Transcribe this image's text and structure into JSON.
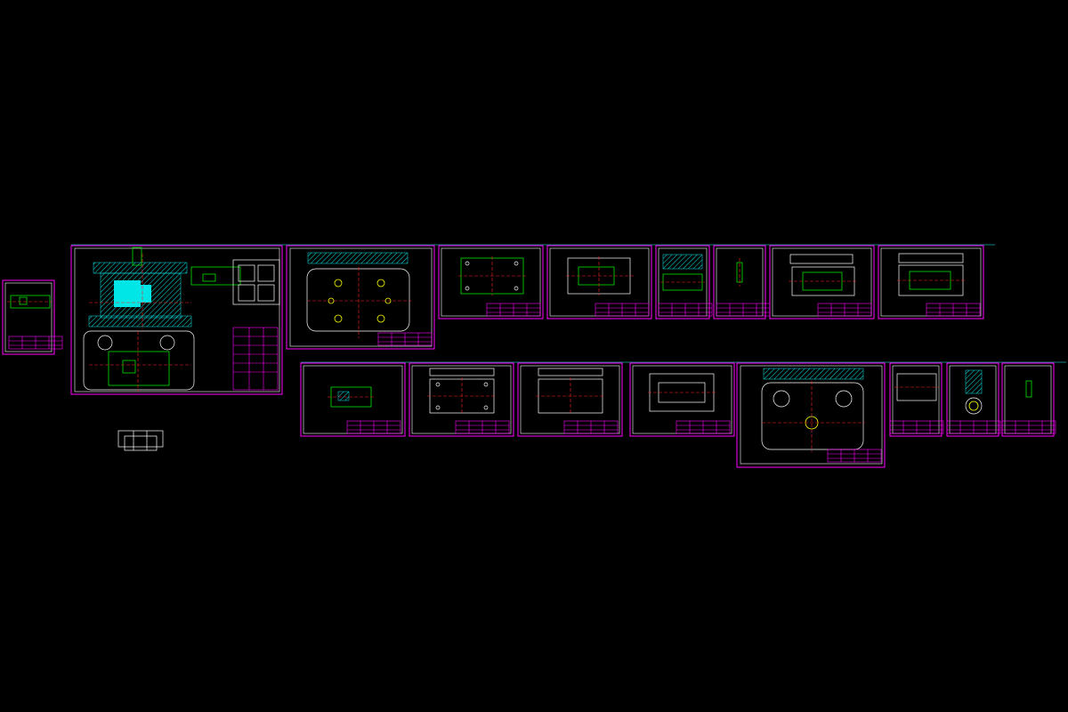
{
  "app": {
    "view": "model-space",
    "background_color": "#000000"
  },
  "colors": {
    "frame": "#ff00ff",
    "geometry": "#00ff00",
    "centerline": "#ff2020",
    "hatch": "#00e5e5",
    "outline": "#ffffff",
    "hole_highlight": "#ffff00"
  },
  "drawing_sheets": {
    "row1": [
      "sheet-small-left",
      "sheet-assembly",
      "sheet-base-plate",
      "sheet-plate-1",
      "sheet-plate-2",
      "sheet-part-small",
      "sheet-part-narrow",
      "sheet-plate-3",
      "sheet-plate-4"
    ],
    "row2": [
      "sheet-part-a",
      "sheet-plate-5",
      "sheet-plate-6",
      "sheet-plate-7",
      "sheet-top-plate",
      "sheet-part-b",
      "sheet-part-c",
      "sheet-part-d"
    ]
  },
  "stray_block": "loose-detail-block"
}
